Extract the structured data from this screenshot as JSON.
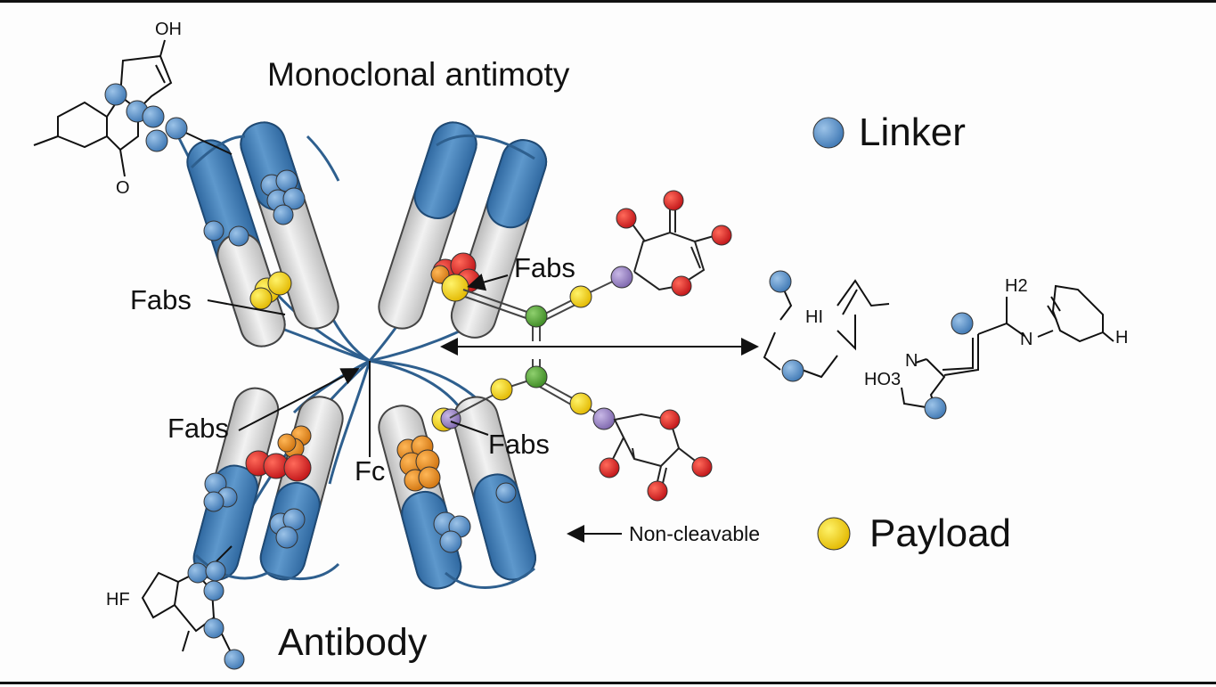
{
  "titles": {
    "top": "Monoclonal antimoty",
    "bottom": "Antibody"
  },
  "labels": {
    "fabs": "Fabs",
    "fc": "Fc",
    "non_cleavable": "Non-cleavable"
  },
  "legend": [
    {
      "label": "Linker",
      "color": "#5b8fc7"
    },
    {
      "label": "Payload",
      "color": "#f2d21e"
    }
  ],
  "chem_labels": {
    "oh": "OH",
    "o": "O",
    "hf": "HF",
    "hi": "HI",
    "h2": "H2",
    "n_right": "N",
    "h_right": "H",
    "n_left": "N",
    "ho3": "HO3"
  },
  "colors": {
    "helix_blue": "#3c78b0",
    "helix_grey": "#d4d4d4",
    "linker": "#5b8fc7",
    "payload": "#f2d21e",
    "oxygen": "#d9262a",
    "orange": "#e8901e",
    "green": "#5aa63c",
    "purple": "#9b85c4"
  }
}
